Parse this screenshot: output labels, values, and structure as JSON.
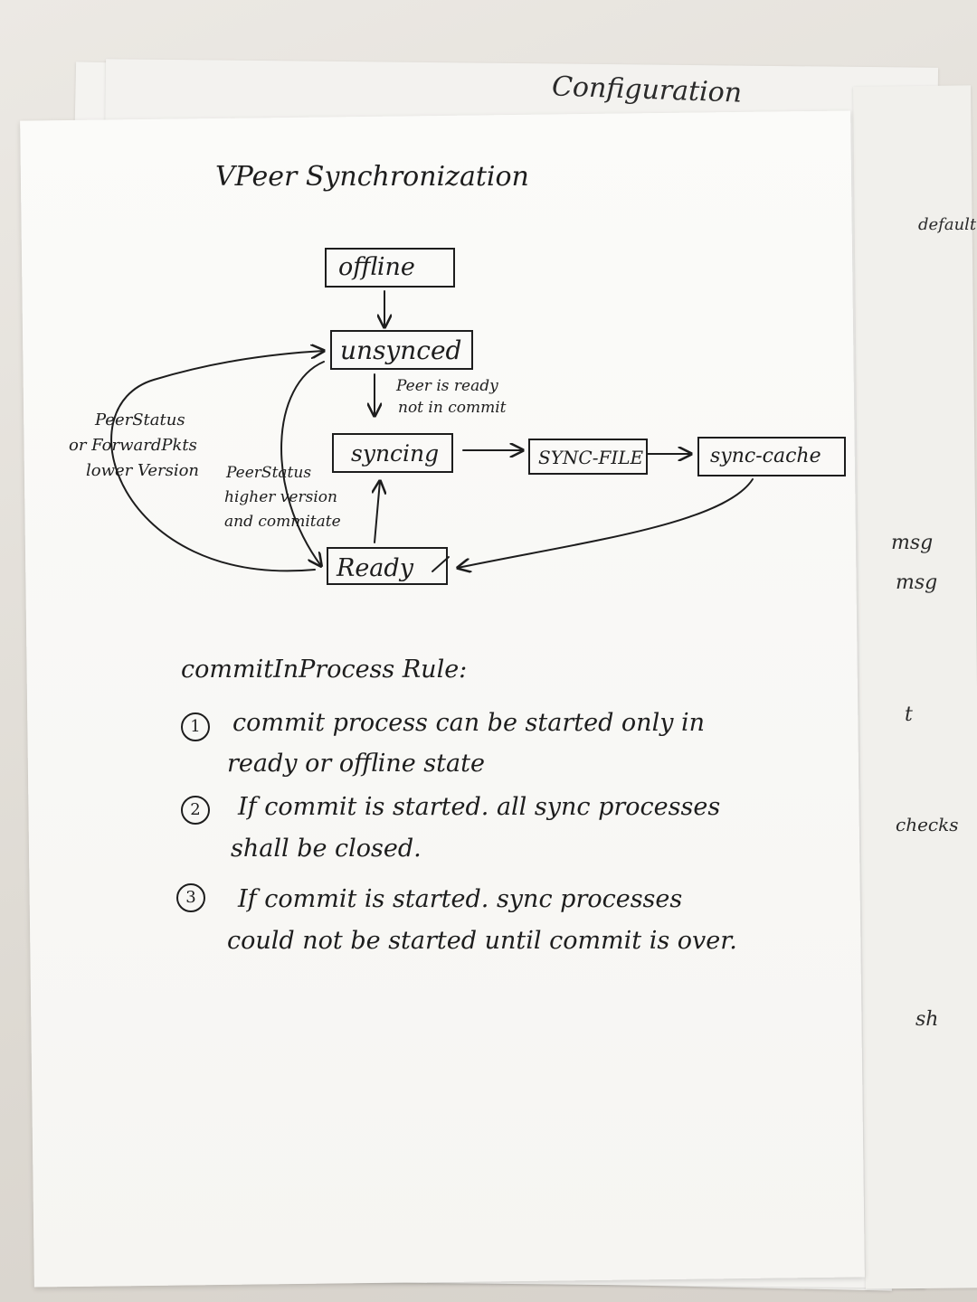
{
  "back_sheet": {
    "top_text": "Configuration",
    "margin_words": [
      "default",
      "msg",
      "msg",
      "t",
      "checks",
      "sh"
    ]
  },
  "front_sheet": {
    "title": "VPeer Synchronization",
    "diagram": {
      "states": {
        "offline": "offline",
        "unsynced": "unsynced",
        "syncing": "syncing",
        "sync_file": "SYNC-FILE",
        "sync_cache": "sync-cache",
        "ready": "Ready"
      },
      "labels": {
        "peer_ready_1": "Peer is ready",
        "peer_ready_2": "not in commit",
        "left_1": "PeerStatus",
        "left_2": "or ForwardPkts",
        "left_3": "lower Version",
        "mid_1": "PeerStatus",
        "mid_2": "higher version",
        "mid_3": "and commitate"
      }
    },
    "rules": {
      "heading": "commitInProcess Rule:",
      "items": [
        {
          "num": "1",
          "line1": "commit process can be started only in",
          "line2": "ready or offline state"
        },
        {
          "num": "2",
          "line1": "If commit is started. all sync processes",
          "line2": "shall be closed."
        },
        {
          "num": "3",
          "line1": "If commit is started. sync processes",
          "line2": "could not be started until commit is over."
        }
      ]
    }
  }
}
